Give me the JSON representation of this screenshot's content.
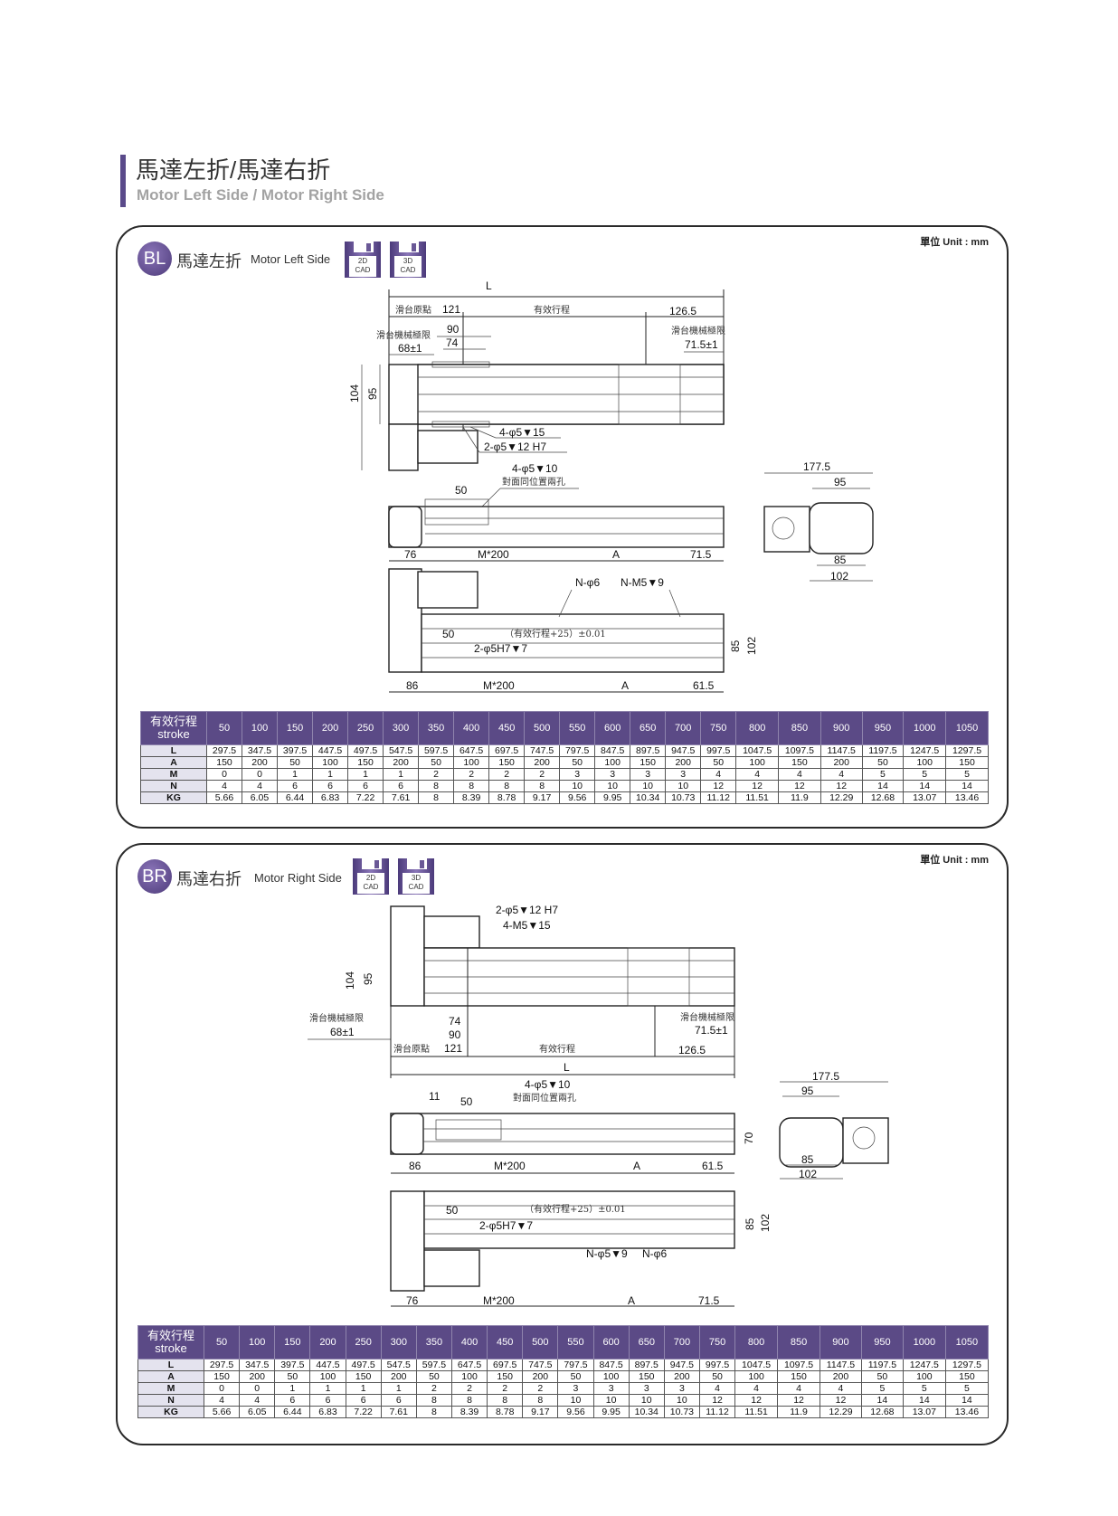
{
  "header": {
    "title_zh": "馬達左折/馬達右折",
    "title_en": "Motor Left Side / Motor Right Side"
  },
  "unit_label": "單位 Unit : mm",
  "cad_icons": [
    {
      "top": "2D",
      "bottom": "CAD"
    },
    {
      "top": "3D",
      "bottom": "CAD"
    }
  ],
  "panels": [
    {
      "badge": "BL",
      "title_zh": "馬達左折",
      "title_en": "Motor Left Side",
      "dims": [
        "L",
        "滑台原點",
        "121",
        "有效行程",
        "126.5",
        "滑台機械極限",
        "90",
        "74",
        "68±1",
        "滑台機械極限",
        "71.5±1",
        "104",
        "95",
        "4-φ5▼15",
        "2-φ5▼12  H7",
        "4-φ5▼10",
        "對面同位置兩孔",
        "50",
        "177.5",
        "95",
        "85",
        "102",
        "76",
        "M*200",
        "A",
        "71.5",
        "N-φ6",
        "N-M5▼9",
        "50",
        "（有效行程+25）±0.01",
        "2-φ5H7▼7",
        "85",
        "102",
        "86",
        "M*200",
        "A",
        "61.5"
      ]
    },
    {
      "badge": "BR",
      "title_zh": "馬達右折",
      "title_en": "Motor Right Side",
      "dims": [
        "2-φ5▼12  H7",
        "4-M5▼15",
        "104",
        "95",
        "滑台機械極限",
        "68±1",
        "74",
        "90",
        "滑台原點",
        "121",
        "有效行程",
        "126.5",
        "滑台機械極限",
        "71.5±1",
        "L",
        "4-φ5▼10",
        "對面同位置兩孔",
        "11",
        "50",
        "177.5",
        "95",
        "70",
        "85",
        "102",
        "86",
        "M*200",
        "A",
        "61.5",
        "50",
        "（有效行程+25）±0.01",
        "2-φ5H7▼7",
        "N-φ5▼9",
        "N-φ6",
        "85",
        "102",
        "76",
        "M*200",
        "A",
        "71.5"
      ]
    }
  ],
  "spec_table": {
    "header_zh": "有效行程",
    "header_en": "stroke",
    "strokes": [
      "50",
      "100",
      "150",
      "200",
      "250",
      "300",
      "350",
      "400",
      "450",
      "500",
      "550",
      "600",
      "650",
      "700",
      "750",
      "800",
      "850",
      "900",
      "950",
      "1000",
      "1050"
    ],
    "rows": [
      {
        "label": "L",
        "values": [
          "297.5",
          "347.5",
          "397.5",
          "447.5",
          "497.5",
          "547.5",
          "597.5",
          "647.5",
          "697.5",
          "747.5",
          "797.5",
          "847.5",
          "897.5",
          "947.5",
          "997.5",
          "1047.5",
          "1097.5",
          "1147.5",
          "1197.5",
          "1247.5",
          "1297.5"
        ]
      },
      {
        "label": "A",
        "values": [
          "150",
          "200",
          "50",
          "100",
          "150",
          "200",
          "50",
          "100",
          "150",
          "200",
          "50",
          "100",
          "150",
          "200",
          "50",
          "100",
          "150",
          "200",
          "50",
          "100",
          "150"
        ]
      },
      {
        "label": "M",
        "values": [
          "0",
          "0",
          "1",
          "1",
          "1",
          "1",
          "2",
          "2",
          "2",
          "2",
          "3",
          "3",
          "3",
          "3",
          "4",
          "4",
          "4",
          "4",
          "5",
          "5",
          "5"
        ]
      },
      {
        "label": "N",
        "values": [
          "4",
          "4",
          "6",
          "6",
          "6",
          "6",
          "8",
          "8",
          "8",
          "8",
          "10",
          "10",
          "10",
          "10",
          "12",
          "12",
          "12",
          "12",
          "14",
          "14",
          "14"
        ]
      },
      {
        "label": "KG",
        "values": [
          "5.66",
          "6.05",
          "6.44",
          "6.83",
          "7.22",
          "7.61",
          "8",
          "8.39",
          "8.78",
          "9.17",
          "9.56",
          "9.95",
          "10.34",
          "10.73",
          "11.12",
          "11.51",
          "11.9",
          "12.29",
          "12.68",
          "13.07",
          "13.46"
        ]
      }
    ]
  }
}
